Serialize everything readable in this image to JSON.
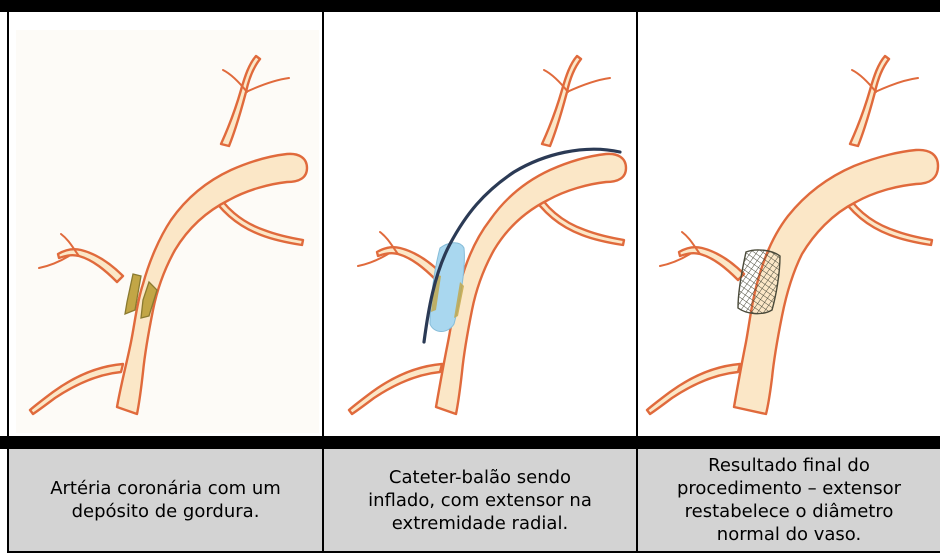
{
  "panels": [
    {
      "caption": "Artéria coronária com um\ndepósito de gordura."
    },
    {
      "caption": "Cateter-balão sendo\ninflado, com extensor na\nextremidade radial."
    },
    {
      "caption": "Resultado final do\nprocedimento – extensor\nrestabelece o diâmetro\nnormal do vaso."
    }
  ],
  "colors": {
    "vessel_fill": "#fbe7c7",
    "vessel_stroke": "#e06a3c",
    "plaque": "#c2a646",
    "balloon": "#a9d7ef",
    "catheter": "#2b3a55",
    "stent": "#4a4a3a",
    "caption_bg": "#d3d3d3"
  }
}
